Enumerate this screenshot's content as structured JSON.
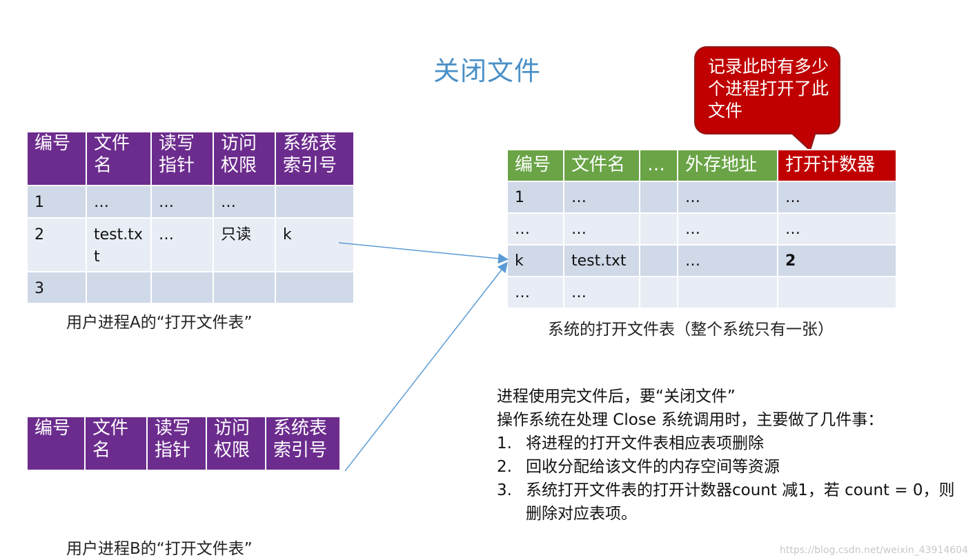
{
  "title": "关闭文件",
  "callout": {
    "text": "记录此时有多少个进程打开了此文件"
  },
  "table_a": {
    "headers": [
      "编号",
      "文件名",
      "读写指针",
      "访问权限",
      "系统表索引号"
    ],
    "rows": [
      [
        "1",
        "…",
        "…",
        "…",
        ""
      ],
      [
        "2",
        "test.txt",
        "…",
        "只读",
        "k"
      ],
      [
        "3",
        "",
        "",
        "",
        ""
      ]
    ],
    "caption": "用户进程A的“打开文件表”"
  },
  "table_b": {
    "headers": [
      "编号",
      "文件名",
      "读写指针",
      "访问权限",
      "系统表索引号"
    ],
    "caption": "用户进程B的“打开文件表”"
  },
  "table_sys": {
    "headers": [
      "编号",
      "文件名",
      "…",
      "外存地址",
      "打开计数器"
    ],
    "rows": [
      [
        "1",
        "…",
        "",
        "…",
        "…"
      ],
      [
        "…",
        "…",
        "",
        "…",
        "…"
      ],
      [
        "k",
        "test.txt",
        "",
        "…",
        "2"
      ],
      [
        "…",
        "…",
        "",
        "",
        ""
      ]
    ],
    "caption": "系统的打开文件表（整个系统只有一张）"
  },
  "notes": {
    "line1": "进程使用完文件后，要“关闭文件”",
    "line2": "操作系统在处理 Close 系统调用时，主要做了几件事：",
    "items": [
      {
        "num": "1.",
        "text": "将进程的打开文件表相应表项删除"
      },
      {
        "num": "2.",
        "text": "回收分配给该文件的内存空间等资源"
      },
      {
        "num": "3.",
        "text": "系统打开文件表的打开计数器count 减1，若 count = 0，则删除对应表项。"
      }
    ]
  },
  "watermark": "https://blog.csdn.net/weixin_43914604",
  "colors": {
    "title": "#4a90c8",
    "purple_header": "#6c2c8e",
    "green_header": "#6aa446",
    "red": "#c00000",
    "row_dark": "#d0d9e8",
    "row_light": "#e8edf5",
    "arrow": "#5b9bd5"
  }
}
